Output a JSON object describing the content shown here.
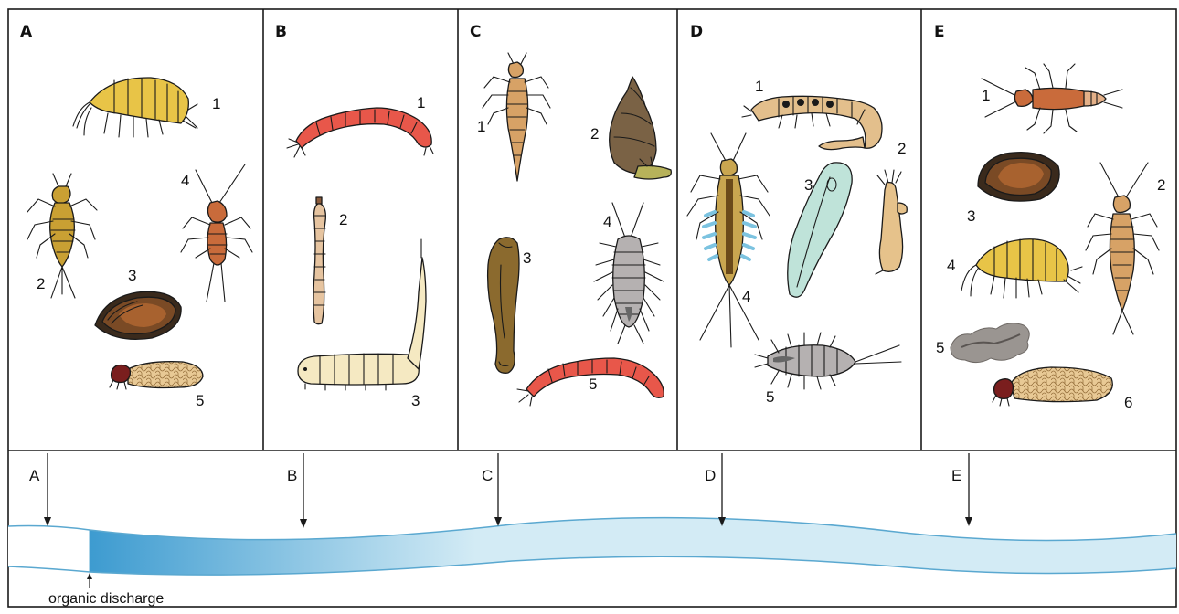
{
  "panels": [
    {
      "letter": "A",
      "numbers": [
        "1",
        "2",
        "3",
        "4",
        "5"
      ]
    },
    {
      "letter": "B",
      "numbers": [
        "1",
        "2",
        "3"
      ]
    },
    {
      "letter": "C",
      "numbers": [
        "1",
        "2",
        "3",
        "4",
        "5"
      ]
    },
    {
      "letter": "D",
      "numbers": [
        "1",
        "2",
        "3",
        "4",
        "5"
      ]
    },
    {
      "letter": "E",
      "numbers": [
        "1",
        "2",
        "3",
        "4",
        "5",
        "6"
      ]
    }
  ],
  "river": {
    "site_labels": [
      "A",
      "B",
      "C",
      "D",
      "E"
    ],
    "discharge_label": "organic discharge"
  },
  "colors": {
    "river_polluted": "#3d9bd0",
    "river_clean": "#d3ebf5",
    "river_outline": "#5aa8d0",
    "chironomid_red": "#e8574a",
    "amphipod_yellow": "#e8c447",
    "stonefly_orange": "#c96b3b",
    "leech_brown": "#8b6a2e",
    "mussel_brown": "#7a4a25",
    "caddis_case": "#e2c08a"
  },
  "icons": [
    "amphipod-icon",
    "stonefly-nymph-icon",
    "mussel-icon",
    "caddis-larva-icon",
    "bloodworm-icon",
    "midge-larva-icon",
    "rat-tailed-maggot-icon",
    "pond-snail-icon",
    "leech-icon",
    "water-louse-icon",
    "mayfly-nymph-icon",
    "flatworm-icon",
    "blackfly-larva-icon",
    "sponge-icon"
  ]
}
